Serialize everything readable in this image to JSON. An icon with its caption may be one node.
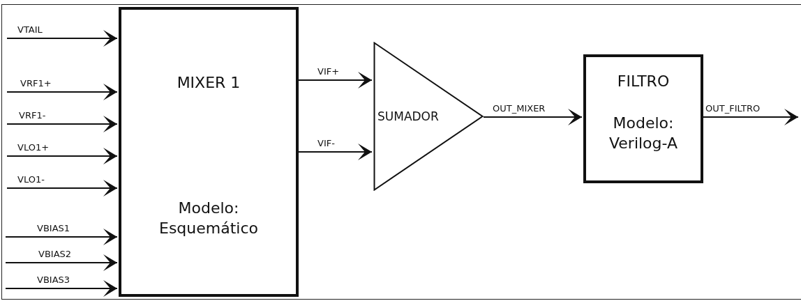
{
  "diagram": {
    "nodes": [
      {
        "text": [
          "MIXER 1",
          "Modelo: Esquemático"
        ]
      },
      {
        "text": [
          "SUMADOR"
        ]
      },
      {
        "text": [
          "FILTRO",
          "Modelo: Verilog-A"
        ]
      }
    ],
    "edges": [
      {
        "from": null,
        "to": 0,
        "arrow": "to",
        "label": "VTAIL"
      },
      {
        "from": null,
        "to": 0,
        "arrow": "to",
        "label": "VRF1+"
      },
      {
        "from": null,
        "to": 0,
        "arrow": "to",
        "label": "VRF1-"
      },
      {
        "from": null,
        "to": 0,
        "arrow": "to",
        "label": "VLO1+"
      },
      {
        "from": null,
        "to": 0,
        "arrow": "to",
        "label": "VLO1-"
      },
      {
        "from": null,
        "to": 0,
        "arrow": "to",
        "label": "VBIAS1"
      },
      {
        "from": null,
        "to": 0,
        "arrow": "to",
        "label": "VBIAS2"
      },
      {
        "from": null,
        "to": 0,
        "arrow": "to",
        "label": "VBIAS3"
      },
      {
        "from": 0,
        "to": 1,
        "arrow": "to",
        "label": "VIF+"
      },
      {
        "from": 0,
        "to": 1,
        "arrow": "to",
        "label": "VIF-"
      },
      {
        "from": 1,
        "to": 2,
        "arrow": "to",
        "label": "OUT_MIXER"
      },
      {
        "from": 2,
        "to": null,
        "arrow": "to",
        "label": "OUT_FILTRO"
      }
    ]
  }
}
